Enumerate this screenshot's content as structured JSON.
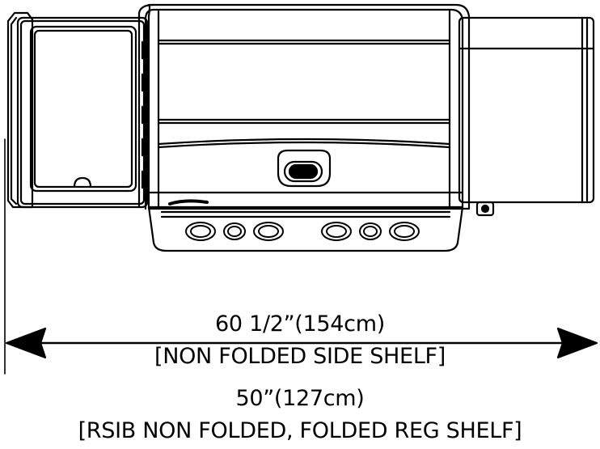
{
  "dimensions": {
    "overall_width": "60 1/2”(154cm)",
    "overall_width_note": "[NON FOLDED SIDE SHELF]",
    "alt_width": "50”(127cm)",
    "alt_width_note": "[RSIB NON FOLDED, FOLDED REG SHELF]"
  },
  "colors": {
    "line": "#000000",
    "background": "#ffffff"
  }
}
